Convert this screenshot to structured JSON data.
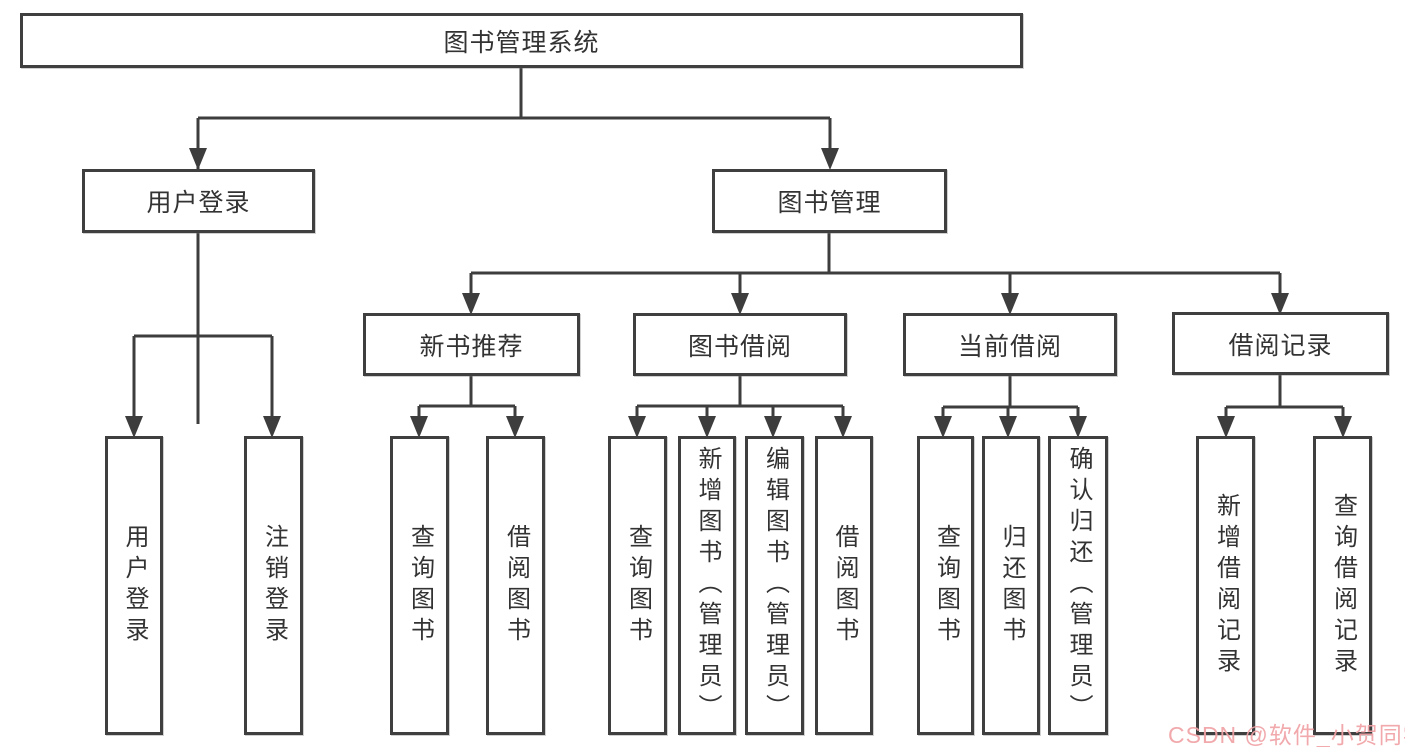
{
  "diagram_title": "图书管理系统",
  "root": {
    "label": "图书管理系统"
  },
  "level2": {
    "user_login": {
      "label": "用户登录"
    },
    "book_mgmt": {
      "label": "图书管理"
    }
  },
  "level3": {
    "new_books": {
      "label": "新书推荐"
    },
    "book_borrow": {
      "label": "图书借阅"
    },
    "current_borrow": {
      "label": "当前借阅"
    },
    "borrow_records": {
      "label": "借阅记录"
    }
  },
  "leaves": {
    "user_login": [
      "用户登录",
      "注销登录"
    ],
    "new_books": [
      "查询图书",
      "借阅图书"
    ],
    "book_borrow": [
      "查询图书",
      "新增图书（管理员）",
      "编辑图书（管理员）",
      "借阅图书"
    ],
    "current_borrow": [
      "查询图书",
      "归还图书",
      "确认归还（管理员）"
    ],
    "borrow_records": [
      "新增借阅记录",
      "查询借阅记录"
    ]
  },
  "watermark": {
    "label": "CSDN @软件_小贺同学",
    "color": "#f0a2a6"
  },
  "colors": {
    "line": "#3d3d3d",
    "box_border": "#3f3f3f",
    "text": "#333333",
    "background": "#ffffff"
  }
}
